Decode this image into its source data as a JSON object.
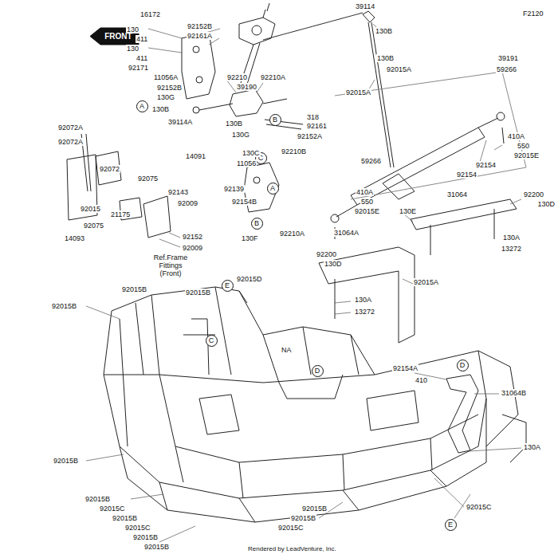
{
  "diagram": {
    "nodes": [
      {
        "text": [
          "FRONT"
        ]
      },
      {
        "text": [
          "A"
        ]
      },
      {
        "text": [
          "B"
        ]
      },
      {
        "text": [
          "C"
        ]
      },
      {
        "text": [
          "A"
        ]
      },
      {
        "text": [
          "B"
        ]
      },
      {
        "text": [
          "E"
        ]
      },
      {
        "text": [
          "C"
        ]
      },
      {
        "text": [
          "D"
        ]
      },
      {
        "text": [
          "D"
        ]
      },
      {
        "text": [
          "E"
        ]
      }
    ],
    "labels": [
      "16172",
      "39114",
      "130B",
      "F2120",
      "130",
      "411",
      "92152B",
      "92161A",
      "130",
      "411",
      "92171",
      "11056A",
      "92152B",
      "130G",
      "92210",
      "92210A",
      "39190",
      "130B",
      "92015A",
      "39191",
      "59266",
      "92015A",
      "130B",
      "39114A",
      "130B",
      "130G",
      "318",
      "92161",
      "92152A",
      "59266",
      "92154",
      "92154",
      "410A",
      "550",
      "92015E",
      "410A",
      "550",
      "92015E",
      "92072A",
      "92072A",
      "14091",
      "92072",
      "92075",
      "130C",
      "11056",
      "92210B",
      "92139",
      "92154B",
      "92143",
      "92009",
      "92015",
      "21175",
      "92075",
      "14093",
      "92152",
      "92009",
      "Ref.Frame Fittings (Front)",
      "130F",
      "92210A",
      "31064",
      "92200",
      "130D",
      "130E",
      "130A",
      "13272",
      "92200",
      "130D",
      "31064A",
      "92015A",
      "130A",
      "13272",
      "92015D",
      "92015B",
      "92015B",
      "92015B",
      "NA",
      "92154A",
      "410",
      "31064B",
      "130A",
      "92015B",
      "92015B",
      "92015C",
      "92015B",
      "92015C",
      "92015B",
      "92015B",
      "92015C",
      "92015B",
      "92015B",
      "92015C",
      "Rendered by LeadVenture, Inc."
    ]
  }
}
